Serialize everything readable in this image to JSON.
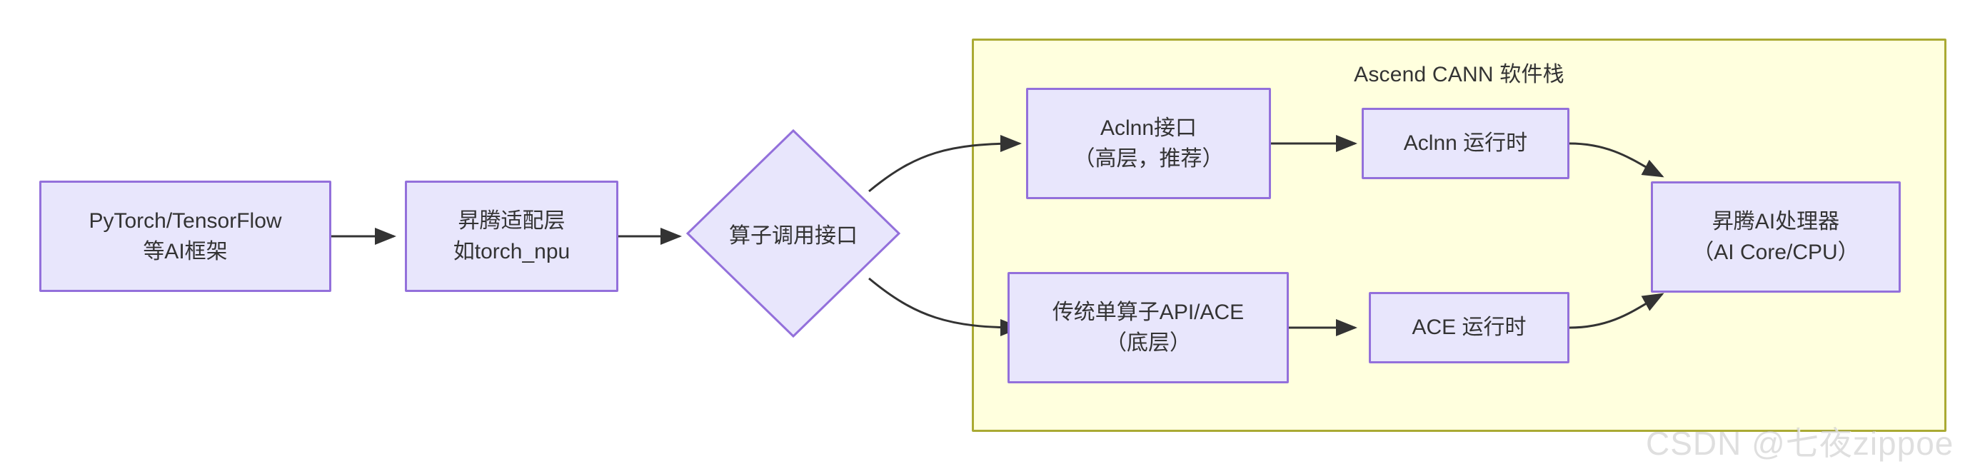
{
  "diagram": {
    "type": "flowchart",
    "direction": "left-to-right",
    "background": "#ffffff",
    "node_fill": "#e8e6fc",
    "node_stroke": "#9370db",
    "group_fill": "#ffffde",
    "group_stroke": "#aaaa33",
    "edge_color": "#333333",
    "text_color": "#333333"
  },
  "group": {
    "title": "Ascend CANN 软件栈"
  },
  "nodes": {
    "framework": {
      "line1": "PyTorch/TensorFlow",
      "line2": "等AI框架",
      "shape": "rect"
    },
    "adapter": {
      "line1": "昇腾适配层",
      "line2": "如torch_npu",
      "shape": "rect"
    },
    "dispatch": {
      "line1": "算子调用接口",
      "shape": "diamond"
    },
    "aclnn_api": {
      "line1": "Aclnn接口",
      "line2": "（高层，推荐）",
      "shape": "rect"
    },
    "aclnn_runtime": {
      "line1": "Aclnn 运行时",
      "shape": "rect"
    },
    "ace_api": {
      "line1": "传统单算子API/ACE",
      "line2": "（底层）",
      "shape": "rect"
    },
    "ace_runtime": {
      "line1": "ACE 运行时",
      "shape": "rect"
    },
    "processor": {
      "line1": "昇腾AI处理器",
      "line2": "（AI Core/CPU）",
      "shape": "rect"
    }
  },
  "edges": [
    {
      "from": "framework",
      "to": "adapter",
      "style": "straight",
      "arrow": true,
      "label": ""
    },
    {
      "from": "adapter",
      "to": "dispatch",
      "style": "straight",
      "arrow": true,
      "label": ""
    },
    {
      "from": "dispatch",
      "to": "aclnn_api",
      "style": "curve-up",
      "arrow": true,
      "label": ""
    },
    {
      "from": "dispatch",
      "to": "ace_api",
      "style": "curve-down",
      "arrow": true,
      "label": ""
    },
    {
      "from": "aclnn_api",
      "to": "aclnn_runtime",
      "style": "straight",
      "arrow": true,
      "label": ""
    },
    {
      "from": "ace_api",
      "to": "ace_runtime",
      "style": "straight",
      "arrow": true,
      "label": ""
    },
    {
      "from": "aclnn_runtime",
      "to": "processor",
      "style": "curve-down",
      "arrow": true,
      "label": ""
    },
    {
      "from": "ace_runtime",
      "to": "processor",
      "style": "curve-up",
      "arrow": true,
      "label": ""
    }
  ],
  "watermark": {
    "text": "CSDN @七夜zippoe"
  }
}
